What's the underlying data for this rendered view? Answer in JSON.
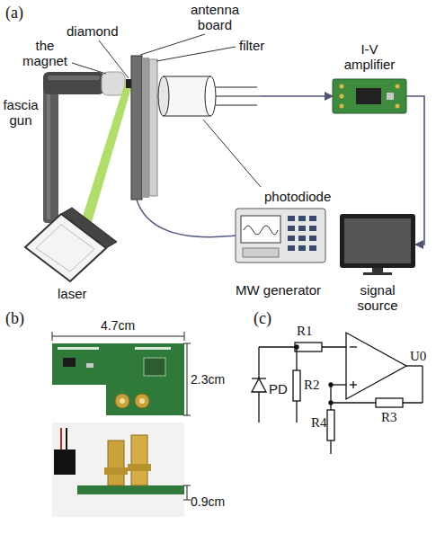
{
  "diagram": {
    "nodes": [
      {
        "text": [
          "photodiode"
        ]
      },
      {
        "text": [
          "I-V amplifier"
        ]
      },
      {
        "text": [
          "signal source"
        ]
      },
      {
        "text": [
          "MW generator"
        ]
      }
    ],
    "edges": [
      {
        "from": 0,
        "to": 1,
        "arrow": "to"
      },
      {
        "from": 1,
        "to": 2,
        "arrow": "to"
      }
    ],
    "labels": [
      "(a)",
      "antenna board",
      "diamond",
      "the magnet",
      "filter",
      "fascia gun",
      "laser",
      "(b)",
      "4.7cm",
      "2.3cm",
      "0.9cm",
      "(c)",
      "R1",
      "PD",
      "R2",
      "R4",
      "R3",
      "U0"
    ]
  }
}
